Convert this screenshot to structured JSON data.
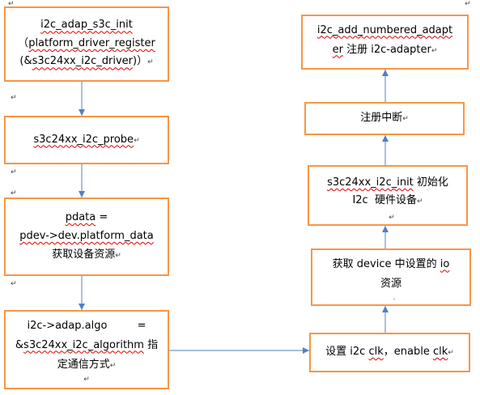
{
  "paragraph_marks": [
    "↵",
    "↵",
    "↵",
    "↵",
    "↵",
    "↵"
  ],
  "boxes": {
    "adap_init": {
      "line1": "i2c_adap_s3c_init",
      "line2_paren": "（",
      "line2_call": "platform_driver_register",
      "line3_open": "(&",
      "line3_arg": "s3c24xx_i2c_driver",
      "line3_close": ")）",
      "mark": "↵"
    },
    "probe": {
      "line1": "s3c24xx_i2c_probe",
      "mark": "↵"
    },
    "platform_data": {
      "line1_var": "pdata",
      "line1_eq": " =",
      "line2": "pdev->dev.platform_data",
      "line3": "获取设备资源",
      "mark": "↵"
    },
    "algo": {
      "line1": "i2c->adap.algo         =",
      "line2_amp": "&",
      "line2_name": "s3c24xx_i2c_algorithm",
      "line2_tail": " 指",
      "line3": "定通信方式",
      "mark": "↵",
      "end_mark": "↵"
    },
    "add_adapter": {
      "line1": "i2c_add_numbered_adapt",
      "line2_head": "er",
      "line2_tail": " 注册 i2c-adapter",
      "mark": "↵"
    },
    "irq": {
      "line1": "注册中断",
      "mark": "↵"
    },
    "hw_init": {
      "line1_func": "s3c24xx_i2c_init",
      "line1_tail": " 初始化",
      "line2": "I2c  硬件设备",
      "mark": "↵",
      "end_mark": "↵"
    },
    "io_res": {
      "line1_head": "获取 device 中设置的 ",
      "line1_io": "io",
      "line2": "资源",
      "end_mark": "."
    },
    "clk": {
      "line1_head": "设置 i2c ",
      "line1_clk1": "clk",
      "line1_mid": "，enable ",
      "line1_clk2": "clk",
      "mark": "↵"
    }
  },
  "colors": {
    "box_border": "#f79646",
    "arrow": "#4f81bd",
    "squiggle": "#e00000"
  }
}
